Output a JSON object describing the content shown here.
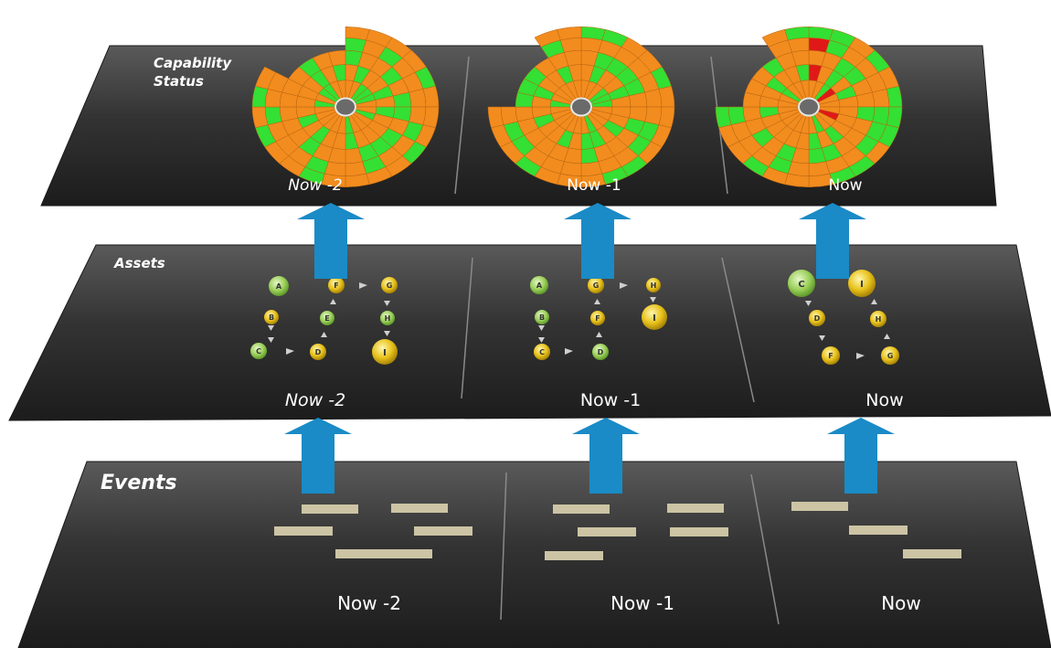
{
  "layers": [
    {
      "id": "capability",
      "title_lines": [
        "Capability",
        "Status"
      ],
      "time_labels": [
        "Now -2",
        "Now -1",
        "Now"
      ]
    },
    {
      "id": "assets",
      "title_lines": [
        "Assets"
      ],
      "time_labels": [
        "Now -2",
        "Now -1",
        "Now"
      ]
    },
    {
      "id": "events",
      "title_lines": [
        "Events"
      ],
      "time_labels": [
        "Now -2",
        "Now -1",
        "Now"
      ]
    }
  ],
  "asset_graphs": [
    {
      "nodes": [
        "A",
        "F",
        "G",
        "B",
        "E",
        "H",
        "C",
        "D",
        "I"
      ]
    },
    {
      "nodes": [
        "A",
        "G",
        "H",
        "B",
        "F",
        "I",
        "C",
        "D"
      ]
    },
    {
      "nodes": [
        "C",
        "I",
        "D",
        "H",
        "F",
        "G"
      ]
    }
  ],
  "colors": {
    "panel": "#2b2b2b",
    "arrow": "#1a8bc6",
    "status_ok": "#33e033",
    "status_degraded": "#f28c1e",
    "status_failed": "#e01818",
    "event_bar": "#ccc4a4",
    "node_green": "#9bd05a",
    "node_yellow": "#e8c21a"
  }
}
